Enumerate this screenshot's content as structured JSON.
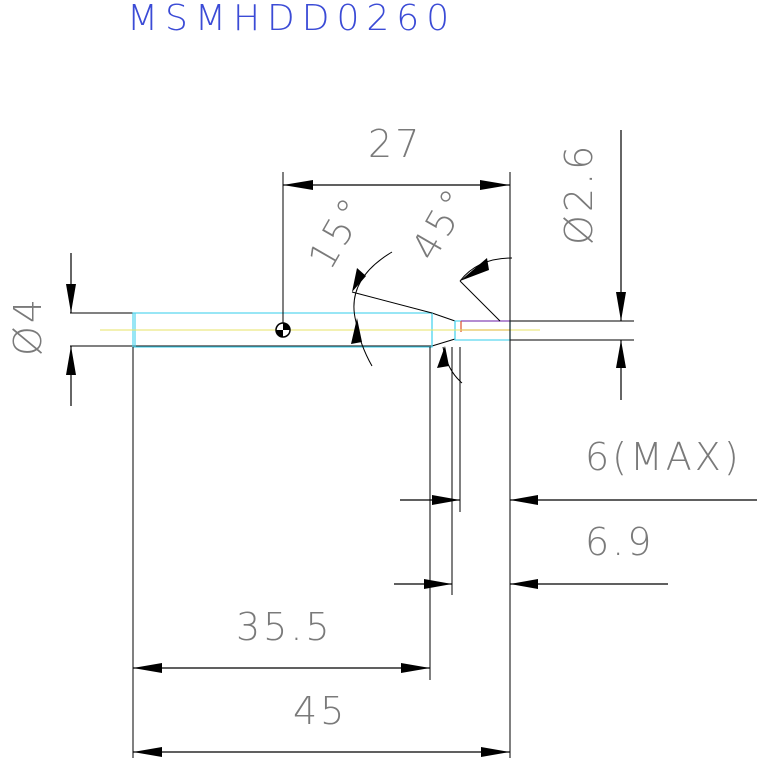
{
  "title": "MSMHDD0260",
  "dimensions": {
    "length_27": "27",
    "diameter_2_6": "Ø2.6",
    "angle_15": "15°",
    "angle_45": "45°",
    "diameter_4": "Ø4",
    "six_max": "6(MAX)",
    "six_nine": "6.9",
    "length_35_5": "35.5",
    "length_45": "45"
  },
  "colors": {
    "title": "#3b4bd6",
    "dimension_text": "#7a7a7a",
    "outline": "#000000",
    "hidden_line": "#54d6ee",
    "center_line": "#e7e366",
    "tip_red": "#e0502a",
    "tip_purple": "#9b4bb8"
  }
}
